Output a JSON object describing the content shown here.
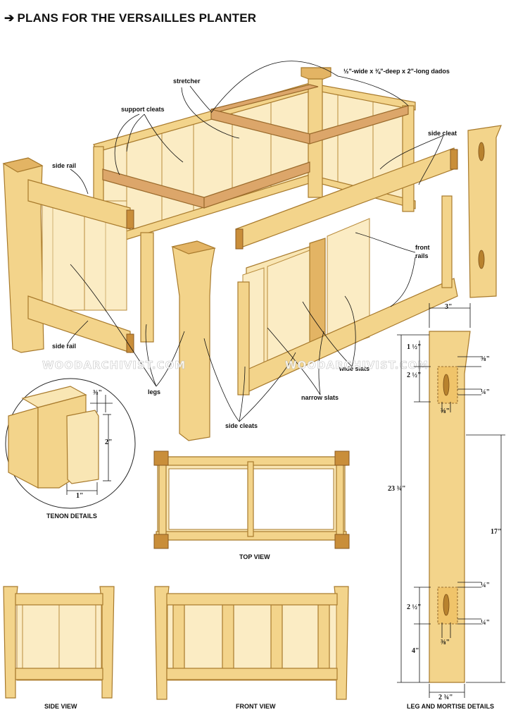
{
  "title": "PLANS FOR THE VERSAILLES PLANTER",
  "title_arrow": "➔",
  "watermark": "WOODARCHIVIST.COM",
  "labels": {
    "stretcher": "stretcher",
    "dados": "½\"-wide x ⅜\"-deep x 2\"-long dados",
    "support_cleats": "support cleats",
    "side_rail_top": "side rail",
    "side_cleat": "side cleat",
    "front_rails_1": "front",
    "front_rails_2": "rails",
    "side_rail_bottom": "side rail",
    "wide_slats": "wide slats",
    "legs": "legs",
    "narrow_slats": "narrow slats",
    "side_cleats": "side cleats"
  },
  "tenon": {
    "caption": "TENON DETAILS",
    "dim_thick": "⅜\"",
    "dim_height": "2\"",
    "dim_length": "1\""
  },
  "views": {
    "top": "TOP VIEW",
    "side": "SIDE VIEW",
    "front": "FRONT VIEW"
  },
  "leg_details": {
    "caption": "LEG AND MORTISE DETAILS",
    "width_top": "3\"",
    "upper_offset": "1 ½\"",
    "upper_mortise": "2 ½\"",
    "upper_edge_1": "⅜\"",
    "upper_edge_2": "¼\"",
    "upper_width": "⅜\"",
    "total_height": "23 ¾\"",
    "between": "17\"",
    "lower_edge_1": "¼\"",
    "lower_mortise": "2 ½\"",
    "lower_edge_2": "¼\"",
    "lower_width": "⅜\"",
    "bottom_offset": "4\"",
    "width_bottom": "2 ¾\""
  },
  "colors": {
    "wood": "#f3d48b",
    "wood_light": "#f9e6b4",
    "wood_dark": "#e3b464",
    "stretcher_wood": "#dca66a",
    "end_grain": "#c98e3a",
    "outline": "#a87a2c"
  }
}
